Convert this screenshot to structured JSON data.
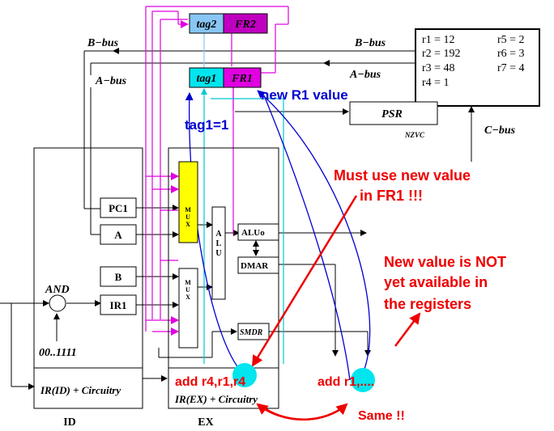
{
  "registers": {
    "fr1": {
      "tag": "tag1",
      "name": "FR1"
    },
    "fr2": {
      "tag": "tag2",
      "name": "FR2"
    },
    "file": {
      "col1": [
        "r1 = 12",
        "r2 = 192",
        "r3 = 48",
        "r4 = 1"
      ],
      "col2": [
        "r5 = 2",
        "r6 = 3",
        "r7 = 4"
      ]
    }
  },
  "buses": {
    "b_bus_left": "B−bus",
    "a_bus_left": "A−bus",
    "b_bus_right": "B−bus",
    "a_bus_right": "A−bus",
    "c_bus": "C−bus"
  },
  "psr": {
    "name": "PSR",
    "flags": "NZVC"
  },
  "id_stage": {
    "pc1": "PC1",
    "a": "A",
    "b": "B",
    "ir1": "IR1",
    "and_label": "AND",
    "const_label": "00..1111",
    "ir_box": "IR(ID) + Circuitry",
    "stage_label": "ID"
  },
  "ex_stage": {
    "mux_top": "MUX",
    "mux_bottom": "MUX",
    "alu": "ALU",
    "aluo": "ALUo",
    "dmar": "DMAR",
    "smdr": "SMDR",
    "ir_box": "IR(EX) + Circuitry",
    "stage_label": "EX"
  },
  "annotations": {
    "new_r1_value": "new R1 value",
    "tag1_eq": "tag1=1",
    "must_use_line1": "Must use new value",
    "must_use_line2": "in FR1 !!!",
    "not_avail_line1": "New value is NOT",
    "not_avail_line2": "yet available in",
    "not_avail_line3": "the registers",
    "instr_ex": "add r4,r1,r4",
    "instr_id": "add r1,....",
    "same": "Same !!"
  },
  "colors": {
    "cyan": "#00e5ee",
    "magenta": "#e000e0",
    "light_blue": "#87c6f5",
    "dark_magenta": "#c000c0",
    "blue": "#0000d0",
    "red": "#ee0000",
    "yellow": "#ffff00"
  }
}
